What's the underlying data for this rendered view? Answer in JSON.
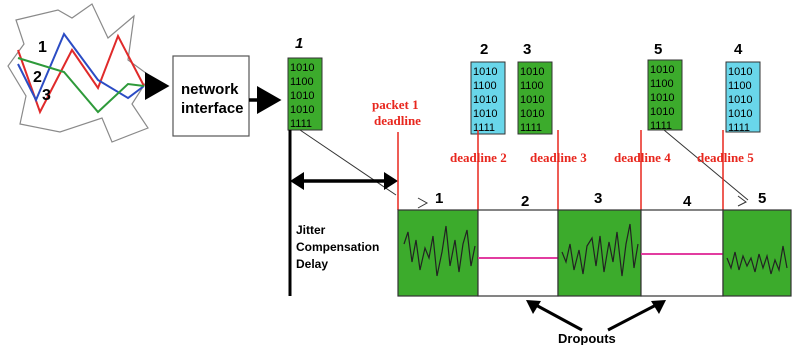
{
  "network_interface_label": [
    "network",
    "interface"
  ],
  "cloud_path_labels": [
    "1",
    "2",
    "3"
  ],
  "jitter_label": [
    "Jitter",
    "Compensation",
    "Delay"
  ],
  "packet1_deadline_label": [
    "packet 1",
    "deadline"
  ],
  "deadline_labels": [
    "deadline 2",
    "deadline 3",
    "deadline 4",
    "deadline 5"
  ],
  "dropouts_label": "Dropouts",
  "packets": [
    {
      "label": "1",
      "bits": [
        "1010",
        "1100",
        "1010",
        "1010",
        "1111"
      ],
      "color": "#3cab2c"
    },
    {
      "label": "2",
      "bits": [
        "1010",
        "1100",
        "1010",
        "1010",
        "1111"
      ],
      "color": "#69d6ea"
    },
    {
      "label": "3",
      "bits": [
        "1010",
        "1100",
        "1010",
        "1010",
        "1111"
      ],
      "color": "#3cab2c"
    },
    {
      "label": "5",
      "bits": [
        "1010",
        "1100",
        "1010",
        "1010",
        "1111"
      ],
      "color": "#3cab2c"
    },
    {
      "label": "4",
      "bits": [
        "1010",
        "1100",
        "1010",
        "1010",
        "1111"
      ],
      "color": "#69d6ea"
    }
  ],
  "timeline_slots": [
    {
      "label": "1",
      "state": "played"
    },
    {
      "label": "2",
      "state": "dropout"
    },
    {
      "label": "3",
      "state": "played"
    },
    {
      "label": "4",
      "state": "dropout"
    },
    {
      "label": "5",
      "state": "played"
    }
  ],
  "colors": {
    "green": "#3cab2c",
    "cyan": "#69d6ea",
    "deadline_red": "#e8271e",
    "dropout_line": "#e23ca0",
    "path_red": "#e02a2a",
    "path_green": "#2e9a3a",
    "path_blue": "#2b4cc4"
  }
}
